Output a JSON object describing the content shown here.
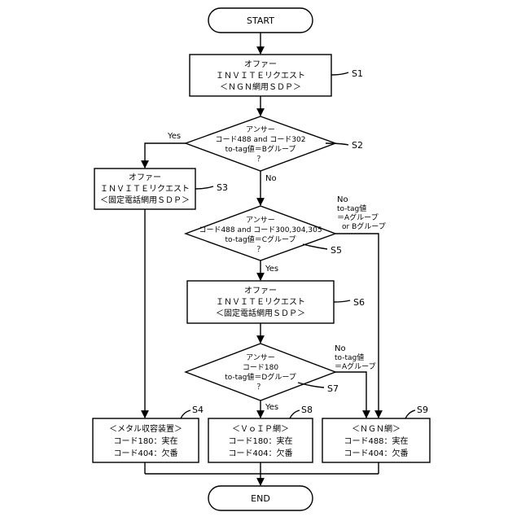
{
  "nodes": {
    "start": "START",
    "end": "END",
    "s1": [
      "オファー",
      "ＩＮＶＩＴＥリクエスト",
      "＜ＮＧＮ網用ＳＤＰ＞"
    ],
    "s2": [
      "アンサー",
      "コード488 and コード302",
      "to-tag値＝Bグループ",
      "？"
    ],
    "s3": [
      "オファー",
      "ＩＮＶＩＴＥリクエスト",
      "＜固定電話網用ＳＤＰ＞"
    ],
    "s5": [
      "アンサー",
      "コード488 and コード300,304,305",
      "to-tag値＝Cグループ",
      "？"
    ],
    "s6": [
      "オファー",
      "ＩＮＶＩＴＥリクエスト",
      "＜固定電話網用ＳＤＰ＞"
    ],
    "s7": [
      "アンサー",
      "コード180",
      "to-tag値＝Dグループ",
      "？"
    ],
    "s4": [
      "＜メタル収容装置＞",
      "コード180：実在",
      "コード404：欠番"
    ],
    "s8": [
      "＜ＶｏＩＰ網＞",
      "コード180：実在",
      "コード404：欠番"
    ],
    "s9": [
      "＜ＮＧＮ網＞",
      "コード488：実在",
      "コード404：欠番"
    ]
  },
  "step_labels": {
    "s1": "S1",
    "s2": "S2",
    "s3": "S3",
    "s4": "S4",
    "s5": "S5",
    "s6": "S6",
    "s7": "S7",
    "s8": "S8",
    "s9": "S9"
  },
  "branch_labels": {
    "s2_yes": "Yes",
    "s2_no": "No",
    "s5_no": [
      "No",
      "to-tag値",
      "＝Aグループ",
      "or Bグループ"
    ],
    "s5_yes": "Yes",
    "s7_no": [
      "No",
      "to-tag値",
      "＝Aグループ"
    ],
    "s7_yes": "Yes"
  }
}
